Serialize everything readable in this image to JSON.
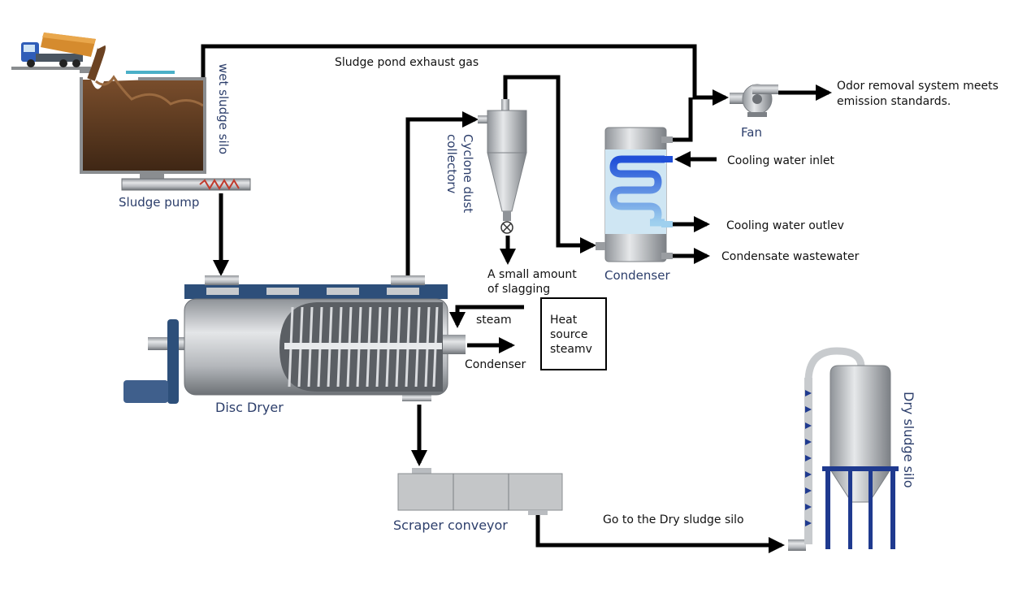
{
  "labels": {
    "wet_silo": "wet sludge silo",
    "sludge_pump": "Sludge pump",
    "exhaust_gas": "Sludge pond exhaust gas",
    "cyclone_line1": "Cyclone dust",
    "cyclone_line2": "collectorv",
    "slag_line1": "A small amount",
    "slag_line2": "of slagging",
    "fan": "Fan",
    "odor_line1": "Odor removal system meets",
    "odor_line2": "emission standards.",
    "cooling_inlet": "Cooling water inlet",
    "cooling_outlet": "Cooling water outlev",
    "condensate": "Condensate wastewater",
    "condenser": "Condenser",
    "steam": "steam",
    "heat_line1": "Heat",
    "heat_line2": "source",
    "heat_line3": "steamv",
    "condenser_out": "Condenser",
    "disc_dryer": "Disc Dryer",
    "scraper": "Scraper conveyor",
    "go_dry": "Go to the Dry sludge silo",
    "dry_silo": "Dry sludge silo"
  },
  "colors": {
    "text_blue": "#2c3e6b",
    "sludge": "#5a3a22",
    "equipment_steel": "#b9bcc0",
    "frame_blue": "#1f3a8f",
    "coil": "#4a7fd6"
  },
  "icons": {
    "truck": "dump-truck-icon",
    "fan": "centrifugal-fan-icon",
    "motor": "motor-icon"
  }
}
